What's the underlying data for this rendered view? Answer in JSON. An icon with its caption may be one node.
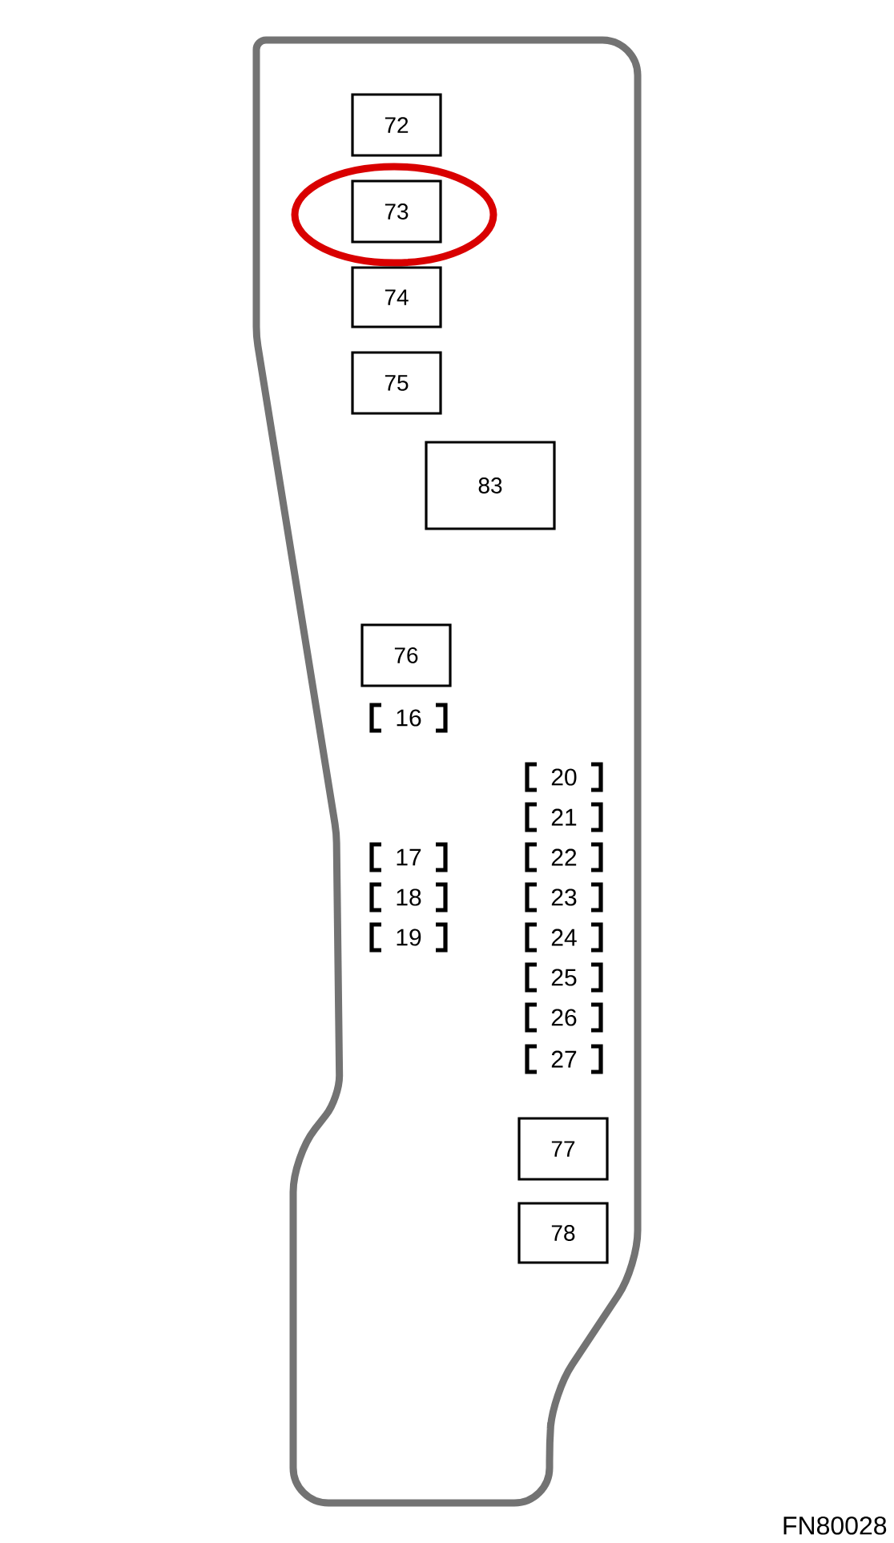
{
  "diagram": {
    "nodes": [
      {
        "text": [
          "72"
        ]
      },
      {
        "text": [
          "73"
        ]
      },
      {
        "text": [
          "74"
        ]
      },
      {
        "text": [
          "75"
        ]
      },
      {
        "text": [
          "83"
        ]
      },
      {
        "text": [
          "76"
        ]
      },
      {
        "text": [
          "16"
        ]
      },
      {
        "text": [
          "20"
        ]
      },
      {
        "text": [
          "21"
        ]
      },
      {
        "text": [
          "17"
        ]
      },
      {
        "text": [
          "22"
        ]
      },
      {
        "text": [
          "18"
        ]
      },
      {
        "text": [
          "23"
        ]
      },
      {
        "text": [
          "19"
        ]
      },
      {
        "text": [
          "24"
        ]
      },
      {
        "text": [
          "25"
        ]
      },
      {
        "text": [
          "26"
        ]
      },
      {
        "text": [
          "27"
        ]
      },
      {
        "text": [
          "77"
        ]
      },
      {
        "text": [
          "78"
        ]
      }
    ],
    "labels": [
      "FN80028"
    ]
  }
}
